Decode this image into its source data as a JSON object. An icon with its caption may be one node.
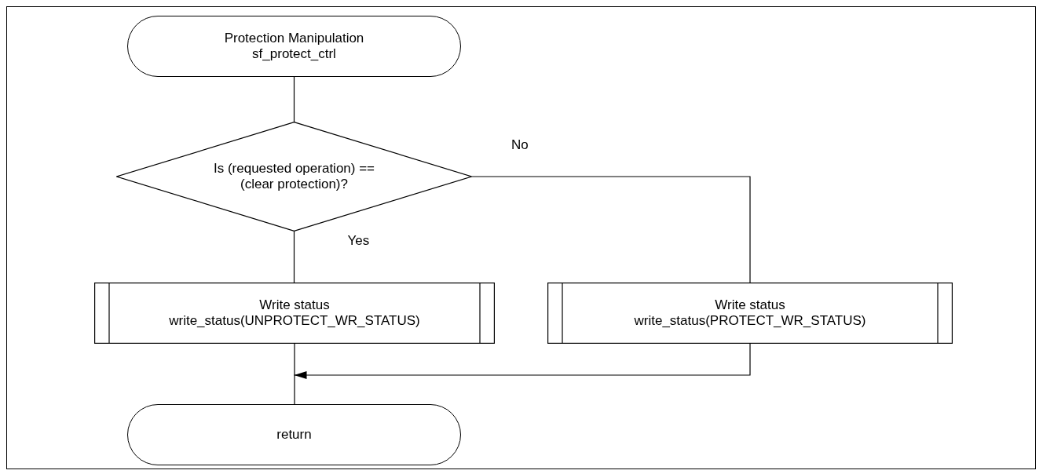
{
  "diagram": {
    "nodes": [
      {
        "text": [
          "Protection Manipulation",
          "sf_protect_ctrl"
        ]
      },
      {
        "text": [
          "Is (requested operation) == (clear protection)?"
        ]
      },
      {
        "text": [
          "Write status",
          "write_status(UNPROTECT_WR_STATUS)"
        ]
      },
      {
        "text": [
          "Write status",
          "write_status(PROTECT_WR_STATUS)"
        ]
      },
      {
        "text": [
          "return"
        ]
      }
    ],
    "edges": [
      {
        "from": 0,
        "to": 1,
        "arrow": "none"
      },
      {
        "from": 1,
        "to": 2,
        "arrow": "none",
        "label": "Yes"
      },
      {
        "from": 1,
        "to": 3,
        "arrow": "none",
        "label": "No"
      },
      {
        "from": 2,
        "to": 4,
        "arrow": "none"
      },
      {
        "from": 3,
        "to": 4,
        "arrow": "to"
      }
    ]
  }
}
